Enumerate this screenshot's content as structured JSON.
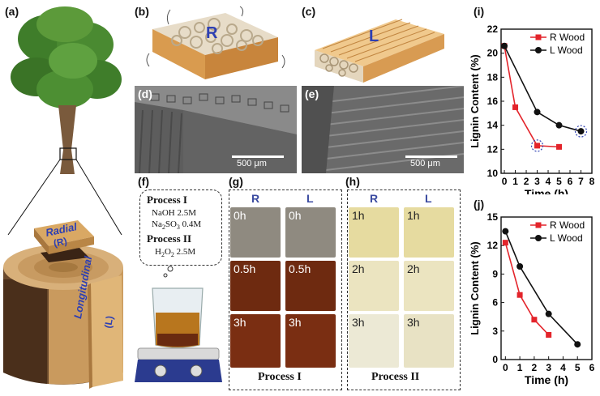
{
  "panels": {
    "a": "(a)",
    "b": "(b)",
    "c": "(c)",
    "d": "(d)",
    "e": "(e)",
    "f": "(f)",
    "g": "(g)",
    "h": "(h)",
    "i": "(i)",
    "j": "(j)"
  },
  "illustration": {
    "radial_label": "Radial",
    "radial_sub": "(R)",
    "longitudinal_label": "Longitudinal",
    "longitudinal_sub": "(L)",
    "block_r_letter": "R",
    "block_l_letter": "L"
  },
  "sem": {
    "scale_d": "500 μm",
    "scale_e": "500 μm"
  },
  "process_box": {
    "p1_title": "Process I",
    "p1_line1": "NaOH 2.5M",
    "p1_line2_a": "Na",
    "p1_line2_sub1": "2",
    "p1_line2_b": "SO",
    "p1_line2_sub2": "3",
    "p1_line2_c": " 0.4M",
    "p2_title": "Process II",
    "p2_line_a": "H",
    "p2_line_sub1": "2",
    "p2_line_b": "O",
    "p2_line_sub2": "2",
    "p2_line_c": " 2.5M"
  },
  "samples": {
    "g_headers": [
      "R",
      "L"
    ],
    "h_headers": [
      "R",
      "L"
    ],
    "g_times": [
      "0h",
      "0.5h",
      "3h"
    ],
    "h_times": [
      "1h",
      "2h",
      "3h"
    ],
    "g_footer": "Process I",
    "h_footer": "Process II",
    "g_colors": [
      "#8f8a80",
      "#6e2a10",
      "#7a2e12"
    ],
    "h_colors": [
      "#e6dba0",
      "#ebe4c0",
      "#ece9d5"
    ]
  },
  "colors": {
    "r_series": "#e3242b",
    "l_series": "#111111",
    "highlight": "#2d3fb3"
  },
  "chart_data": [
    {
      "type": "line",
      "panel": "(i)",
      "xlabel": "Time (h)",
      "ylabel": "Lignin Content (%)",
      "xlim": [
        -0.3,
        8
      ],
      "ylim": [
        10,
        22
      ],
      "xticks": [
        "0",
        "1",
        "2",
        "3",
        "4",
        "5",
        "6",
        "7",
        "8"
      ],
      "yticks": [
        "10",
        "12",
        "14",
        "16",
        "18",
        "20",
        "22"
      ],
      "legend_position": "top-right",
      "series": [
        {
          "name": "R Wood",
          "marker": "square",
          "x": [
            0,
            1,
            3,
            5
          ],
          "y": [
            20.6,
            15.5,
            12.3,
            12.2
          ]
        },
        {
          "name": "L Wood",
          "marker": "circle",
          "x": [
            0,
            3,
            5,
            7
          ],
          "y": [
            20.6,
            15.1,
            14.0,
            13.5
          ]
        }
      ],
      "highlighted_points": [
        [
          3,
          12.3
        ],
        [
          7,
          13.5
        ]
      ]
    },
    {
      "type": "line",
      "panel": "(j)",
      "xlabel": "Time (h)",
      "ylabel": "Lignin Content (%)",
      "xlim": [
        -0.3,
        6
      ],
      "ylim": [
        0,
        15
      ],
      "xticks": [
        "0",
        "1",
        "2",
        "3",
        "4",
        "5",
        "6"
      ],
      "yticks": [
        "0",
        "3",
        "6",
        "9",
        "12",
        "15"
      ],
      "legend_position": "top-right",
      "series": [
        {
          "name": "R Wood",
          "marker": "square",
          "x": [
            0,
            1,
            2,
            3
          ],
          "y": [
            12.3,
            6.8,
            4.2,
            2.6
          ]
        },
        {
          "name": "L Wood",
          "marker": "circle",
          "x": [
            0,
            1,
            3,
            5
          ],
          "y": [
            13.5,
            9.8,
            4.8,
            1.6
          ]
        }
      ]
    }
  ]
}
